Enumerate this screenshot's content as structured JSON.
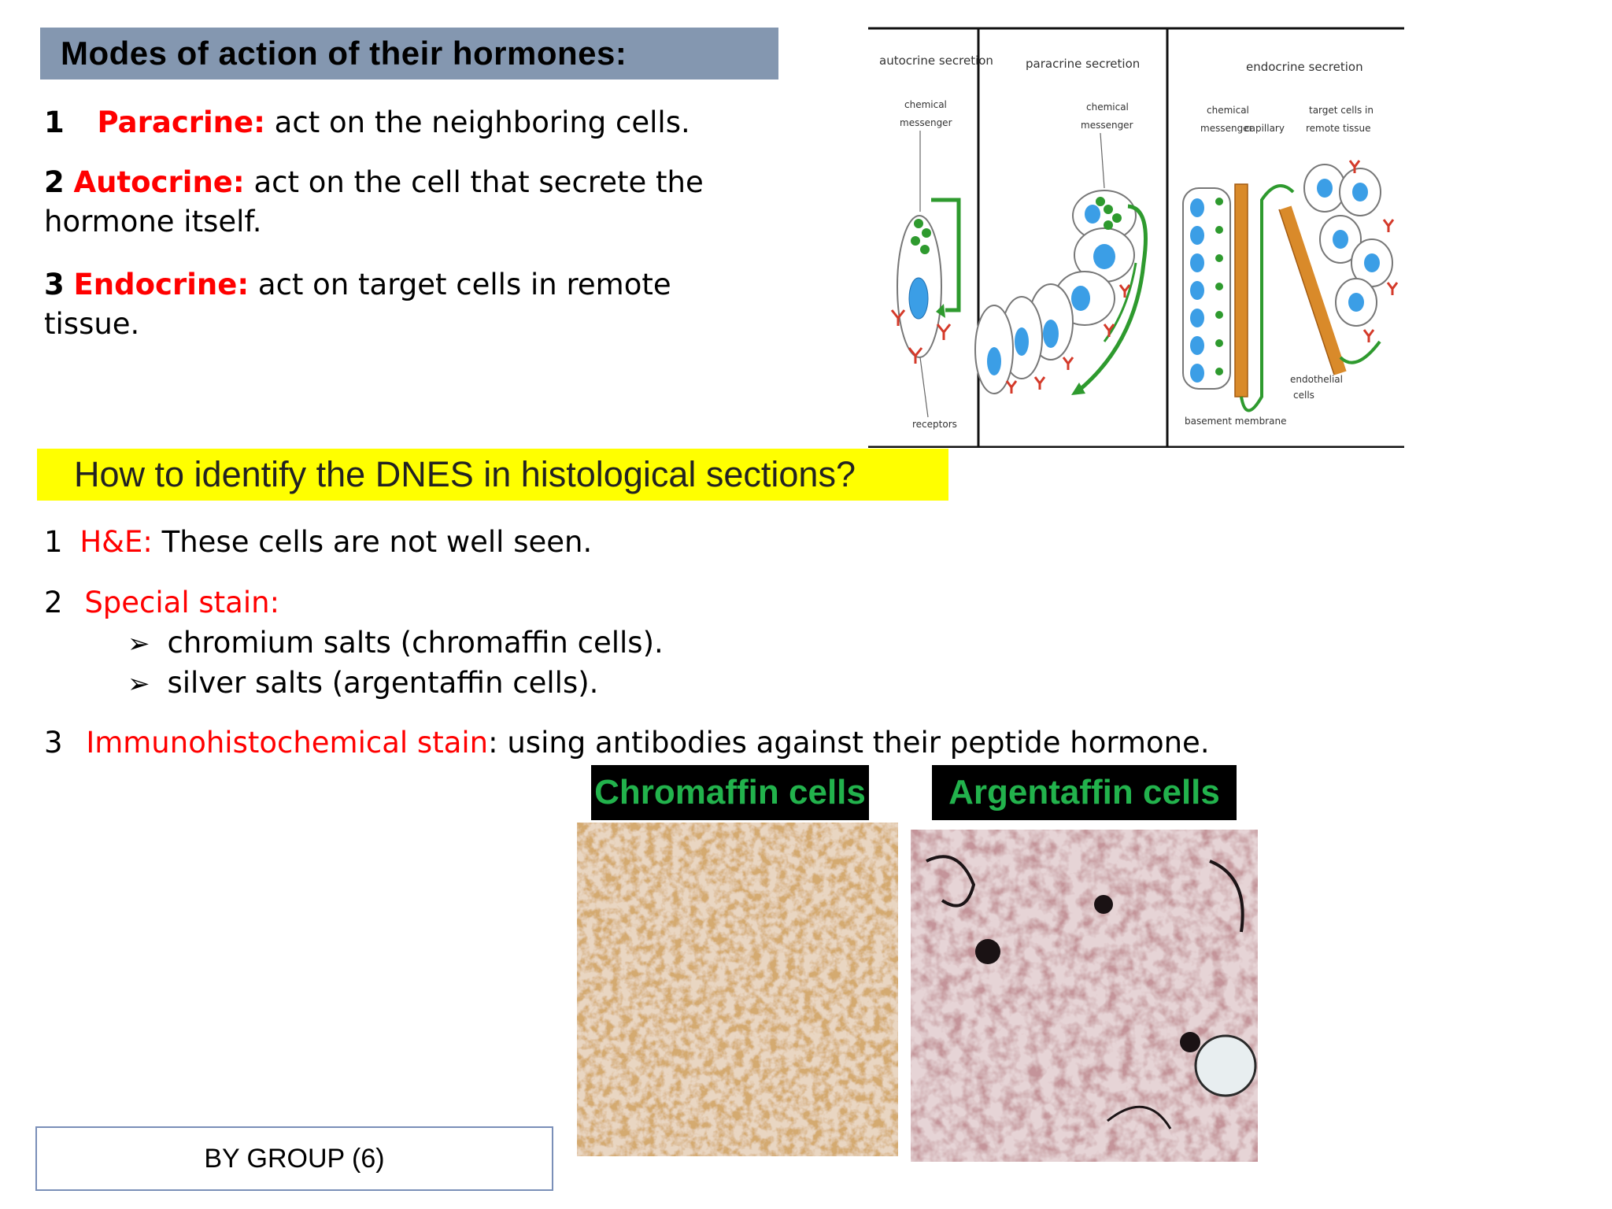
{
  "modes": {
    "heading": "Modes of action of their hormones:",
    "items": [
      {
        "num": "1",
        "term": "Paracrine:",
        "desc": " act on the neighboring cells."
      },
      {
        "num": "2",
        "term": "Autocrine:",
        "desc": " act on the cell that secrete the hormone itself."
      },
      {
        "num": "3",
        "term": "Endocrine:",
        "desc": " act on target cells in remote tissue."
      }
    ]
  },
  "diagram": {
    "panels": {
      "autocrine": "autocrine secretion",
      "paracrine": "paracrine secretion",
      "endocrine": "endocrine secretion"
    },
    "labels": {
      "chemical_messenger_1": "chemical",
      "chemical_messenger_2": "messenger",
      "receptors": "receptors",
      "capillary": "capillary",
      "target_1": "target cells in",
      "target_2": "remote tissue",
      "endothelial_1": "endothelial",
      "endothelial_2": "cells",
      "basement": "basement membrane"
    },
    "colors": {
      "messenger": "#2e9a2e",
      "nucleus": "#3b9ee6",
      "receptor": "#d43a2a",
      "capillary": "#d98a2a"
    }
  },
  "identify": {
    "heading": "How to identify the DNES in histological sections?",
    "item1": {
      "num": "1",
      "term": "H&E:",
      "desc": " These cells are not well seen."
    },
    "item2": {
      "num": "2",
      "term": "Special stain:",
      "bullets": [
        "chromium salts (chromaffin cells).",
        "silver salts (argentaffin cells)."
      ]
    },
    "item3": {
      "num": "3",
      "term": "Immunohistochemical stain",
      "desc": ": using antibodies against their peptide hormone."
    }
  },
  "micrographs": {
    "chromaffin_label": "Chromaffin cells",
    "argentaffin_label": "Argentaffin cells"
  },
  "footer": {
    "label": "BY GROUP (6)"
  }
}
